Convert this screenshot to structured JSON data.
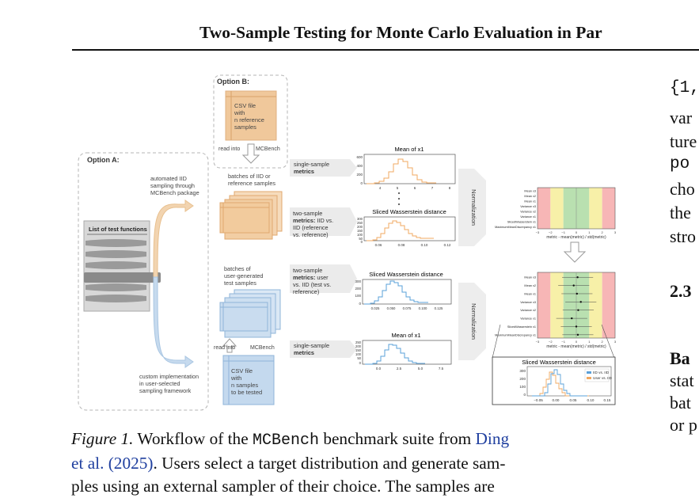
{
  "header": {
    "running_title": "Two-Sample Testing for Monte Carlo Evaluation in Par"
  },
  "figure": {
    "option_a": "Option A:",
    "option_b": "Option B:",
    "csv_reference": [
      "CSV file",
      "with",
      "n reference",
      "samples"
    ],
    "read_into": "read into",
    "mcbench": "MCBench",
    "list_title": "List of test functions",
    "automated": [
      "automated IID",
      "sampling through",
      "MCBench package"
    ],
    "custom": [
      "custom implementation",
      "in user-selected",
      "sampling framework"
    ],
    "batches_ref": [
      "batches of IID or",
      "reference samples"
    ],
    "batches_user": [
      "batches of",
      "user-generated",
      "test samples"
    ],
    "single1": [
      "single-sample",
      "metrics"
    ],
    "two1": [
      "two-sample",
      "metrics: IID vs.",
      "IID (reference",
      "vs. reference)"
    ],
    "two2": [
      "two-sample",
      "metrics: user",
      "vs. IID (test vs.",
      "reference)"
    ],
    "single2": [
      "single-sample",
      "metrics"
    ],
    "csv_test": [
      "CSV file",
      "with",
      "n samples",
      "to be tested"
    ],
    "normalization": "Normalization",
    "plot1_title": "Mean of x1",
    "plot1_yticks": [
      "600",
      "400",
      "200",
      "0"
    ],
    "plot1_xticks": [
      "4",
      "5",
      "6",
      "7",
      "8"
    ],
    "plot2_title": "Sliced Wasserstein distance",
    "plot2_yticks": [
      "300",
      "250",
      "200",
      "150",
      "100",
      "50",
      "0"
    ],
    "plot2_xticks": [
      "0.06",
      "0.08",
      "0.10",
      "0.12"
    ],
    "plot3_title": "Sliced Wasserstein distance",
    "plot3_yticks": [
      "300",
      "200",
      "100",
      "0"
    ],
    "plot3_xticks": [
      "0.025",
      "0.050",
      "0.075",
      "0.100",
      "0.125"
    ],
    "plot4_title": "Mean of x1",
    "plot4_yticks": [
      "250",
      "200",
      "150",
      "100",
      "50",
      "0"
    ],
    "plot4_xticks": [
      "0.0",
      "2.5",
      "5.0",
      "7.5"
    ],
    "metric_rows": [
      "Mean x3",
      "Mean x2",
      "Mean x1",
      "Variance x3",
      "Variance x2",
      "Variance x1",
      "SlicedWasserstein x1",
      "MaximumMeanDiscrepancy x1"
    ],
    "std_xticks": [
      "−3",
      "−2",
      "−1",
      "0",
      "1",
      "2",
      "3"
    ],
    "std_xlabel": "metric - mean(metric) / std(metric)",
    "inset_title": "Sliced Wasserstein distance",
    "inset_legend": [
      "IID vs. IID",
      "User vs. IID"
    ],
    "inset_yticks": [
      "300",
      "200",
      "100",
      "0"
    ],
    "inset_xticks": [
      "−0.05",
      "0.00",
      "0.05",
      "0.10",
      "0.15"
    ]
  },
  "caption": {
    "label": "Figure 1.",
    "t1": " Workflow of the ",
    "mono": "MCBench",
    "t2": " benchmark suite from ",
    "link1": "Ding",
    "link2": "et al. (2025)",
    "t3": ". Users select a target distribution and generate sam-",
    "line3": "ples using an external sampler of their choice. The samples are"
  },
  "right_column": {
    "l1": "{1,",
    "l2": "var",
    "l3": "ture",
    "l4": "po",
    "l5": "cho",
    "l6": "the",
    "l7": "stro",
    "l8": "2.3",
    "l9": "Ba",
    "l10": "stat",
    "l11": "bat",
    "l12": "or p"
  }
}
